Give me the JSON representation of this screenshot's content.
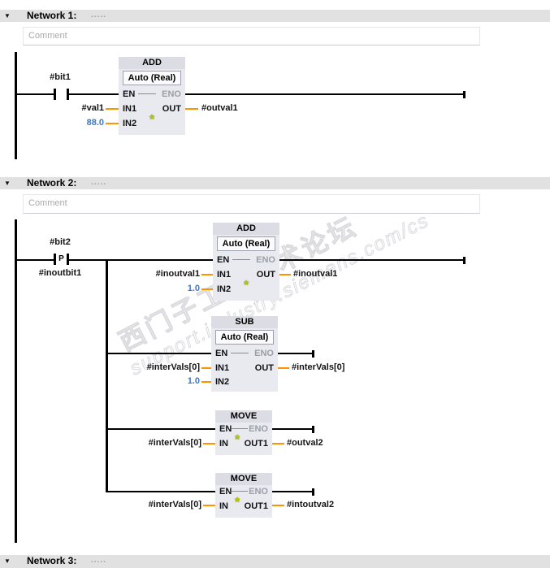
{
  "colors": {
    "wire_power": "#000000",
    "wire_data": "#ff9300",
    "constant_blue": "#3a78c9",
    "block_body": "#e9e9f0",
    "block_title_band": "#dcdce4",
    "header_bar": "#e1e1e1",
    "eno_grey": "#9aa0a6"
  },
  "watermark": {
    "cn": "西门子工业技术论坛",
    "url": "support.industry.siemens.com/cs"
  },
  "icons": {
    "collapse": "▼",
    "star": "*"
  },
  "networks": {
    "n1": {
      "title": "Network 1:",
      "dots": ".....",
      "comment": "Comment",
      "contact": "#bit1",
      "block": {
        "title": "ADD",
        "subtitle": "Auto (Real)",
        "en": "EN",
        "eno": "ENO",
        "in1": "IN1",
        "in2": "IN2",
        "out": "OUT"
      },
      "in1_val": "#val1",
      "in2_val": "88.0",
      "out_val": "#outval1"
    },
    "n2": {
      "title": "Network 2:",
      "dots": ".....",
      "comment": "Comment",
      "contact_top": "#bit2",
      "contact_p": "P",
      "contact_bottom": "#inoutbit1",
      "add": {
        "title": "ADD",
        "subtitle": "Auto (Real)",
        "en": "EN",
        "eno": "ENO",
        "in1": "IN1",
        "in2": "IN2",
        "out": "OUT",
        "in1_val": "#inoutval1",
        "in2_val": "1.0",
        "out_val": "#inoutval1"
      },
      "sub": {
        "title": "SUB",
        "subtitle": "Auto (Real)",
        "en": "EN",
        "eno": "ENO",
        "in1": "IN1",
        "in2": "IN2",
        "out": "OUT",
        "in1_val": "#interVals[0]",
        "in2_val": "1.0",
        "out_val": "#interVals[0]"
      },
      "move1": {
        "title": "MOVE",
        "en": "EN",
        "eno": "ENO",
        "in": "IN",
        "out1": "OUT1",
        "in_val": "#interVals[0]",
        "out_val": "#outval2"
      },
      "move2": {
        "title": "MOVE",
        "en": "EN",
        "eno": "ENO",
        "in": "IN",
        "out1": "OUT1",
        "in_val": "#interVals[0]",
        "out_val": "#intoutval2"
      }
    },
    "n3": {
      "title": "Network 3:",
      "dots": "....."
    }
  }
}
